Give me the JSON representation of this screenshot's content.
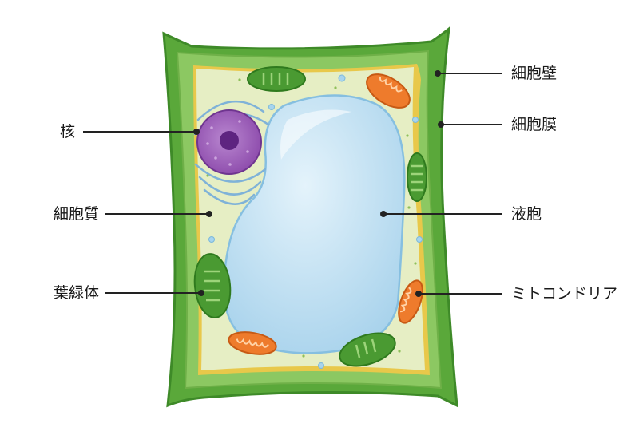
{
  "labels": {
    "cell_wall": "細胞壁",
    "cell_membrane": "細胞膜",
    "nucleus": "核",
    "cytoplasm": "細胞質",
    "vacuole": "液胞",
    "chloroplast": "葉緑体",
    "mitochondria": "ミトコンドリア"
  },
  "colors": {
    "cell_wall": "#5aa83a",
    "cell_wall_dark": "#3e8a28",
    "cytoplasm": "#e6eec4",
    "membrane": "#e8c84a",
    "vacuole": "#bfe0f2",
    "nucleus": "#9a56b8",
    "chloroplast": "#4a9a32",
    "mitochondria": "#ee7b2c",
    "leader": "#222222"
  }
}
